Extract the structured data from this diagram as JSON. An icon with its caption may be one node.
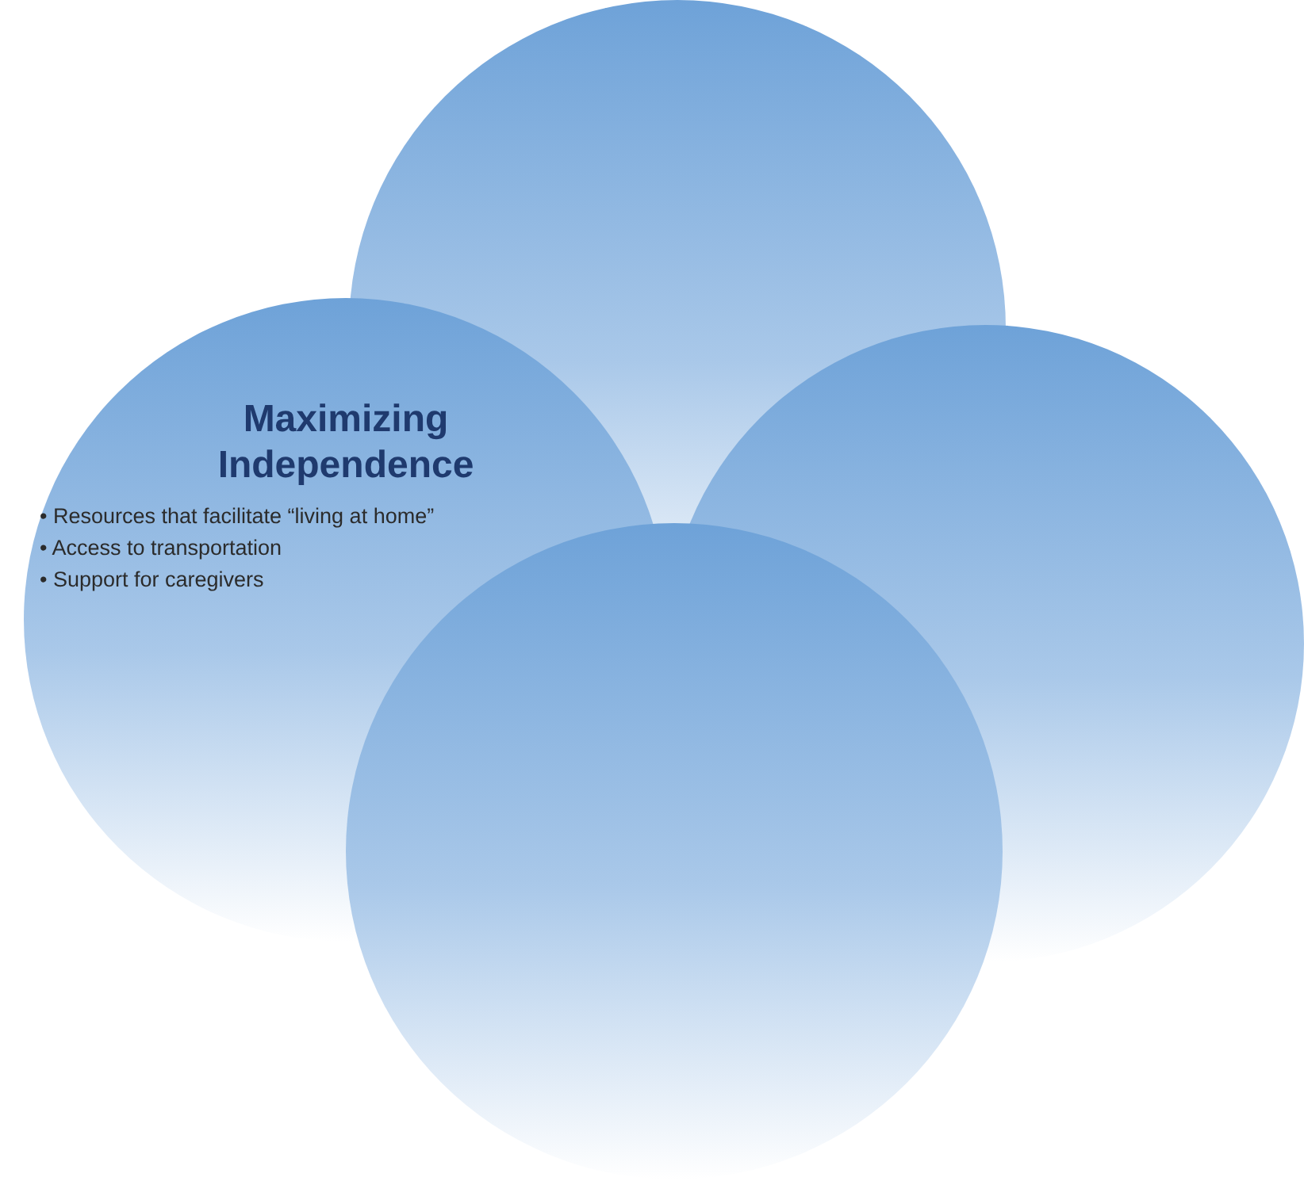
{
  "diagram": {
    "nodes": [
      {
        "text": [],
        "shape": "circle"
      },
      {
        "text": [
          "Maximizing Independence",
          "• Resources that facilitate “living at home”",
          "• Access to transportation",
          "• Support for caregivers"
        ]
      },
      {
        "text": [],
        "shape": "circle"
      },
      {
        "text": [],
        "shape": "circle"
      }
    ]
  }
}
